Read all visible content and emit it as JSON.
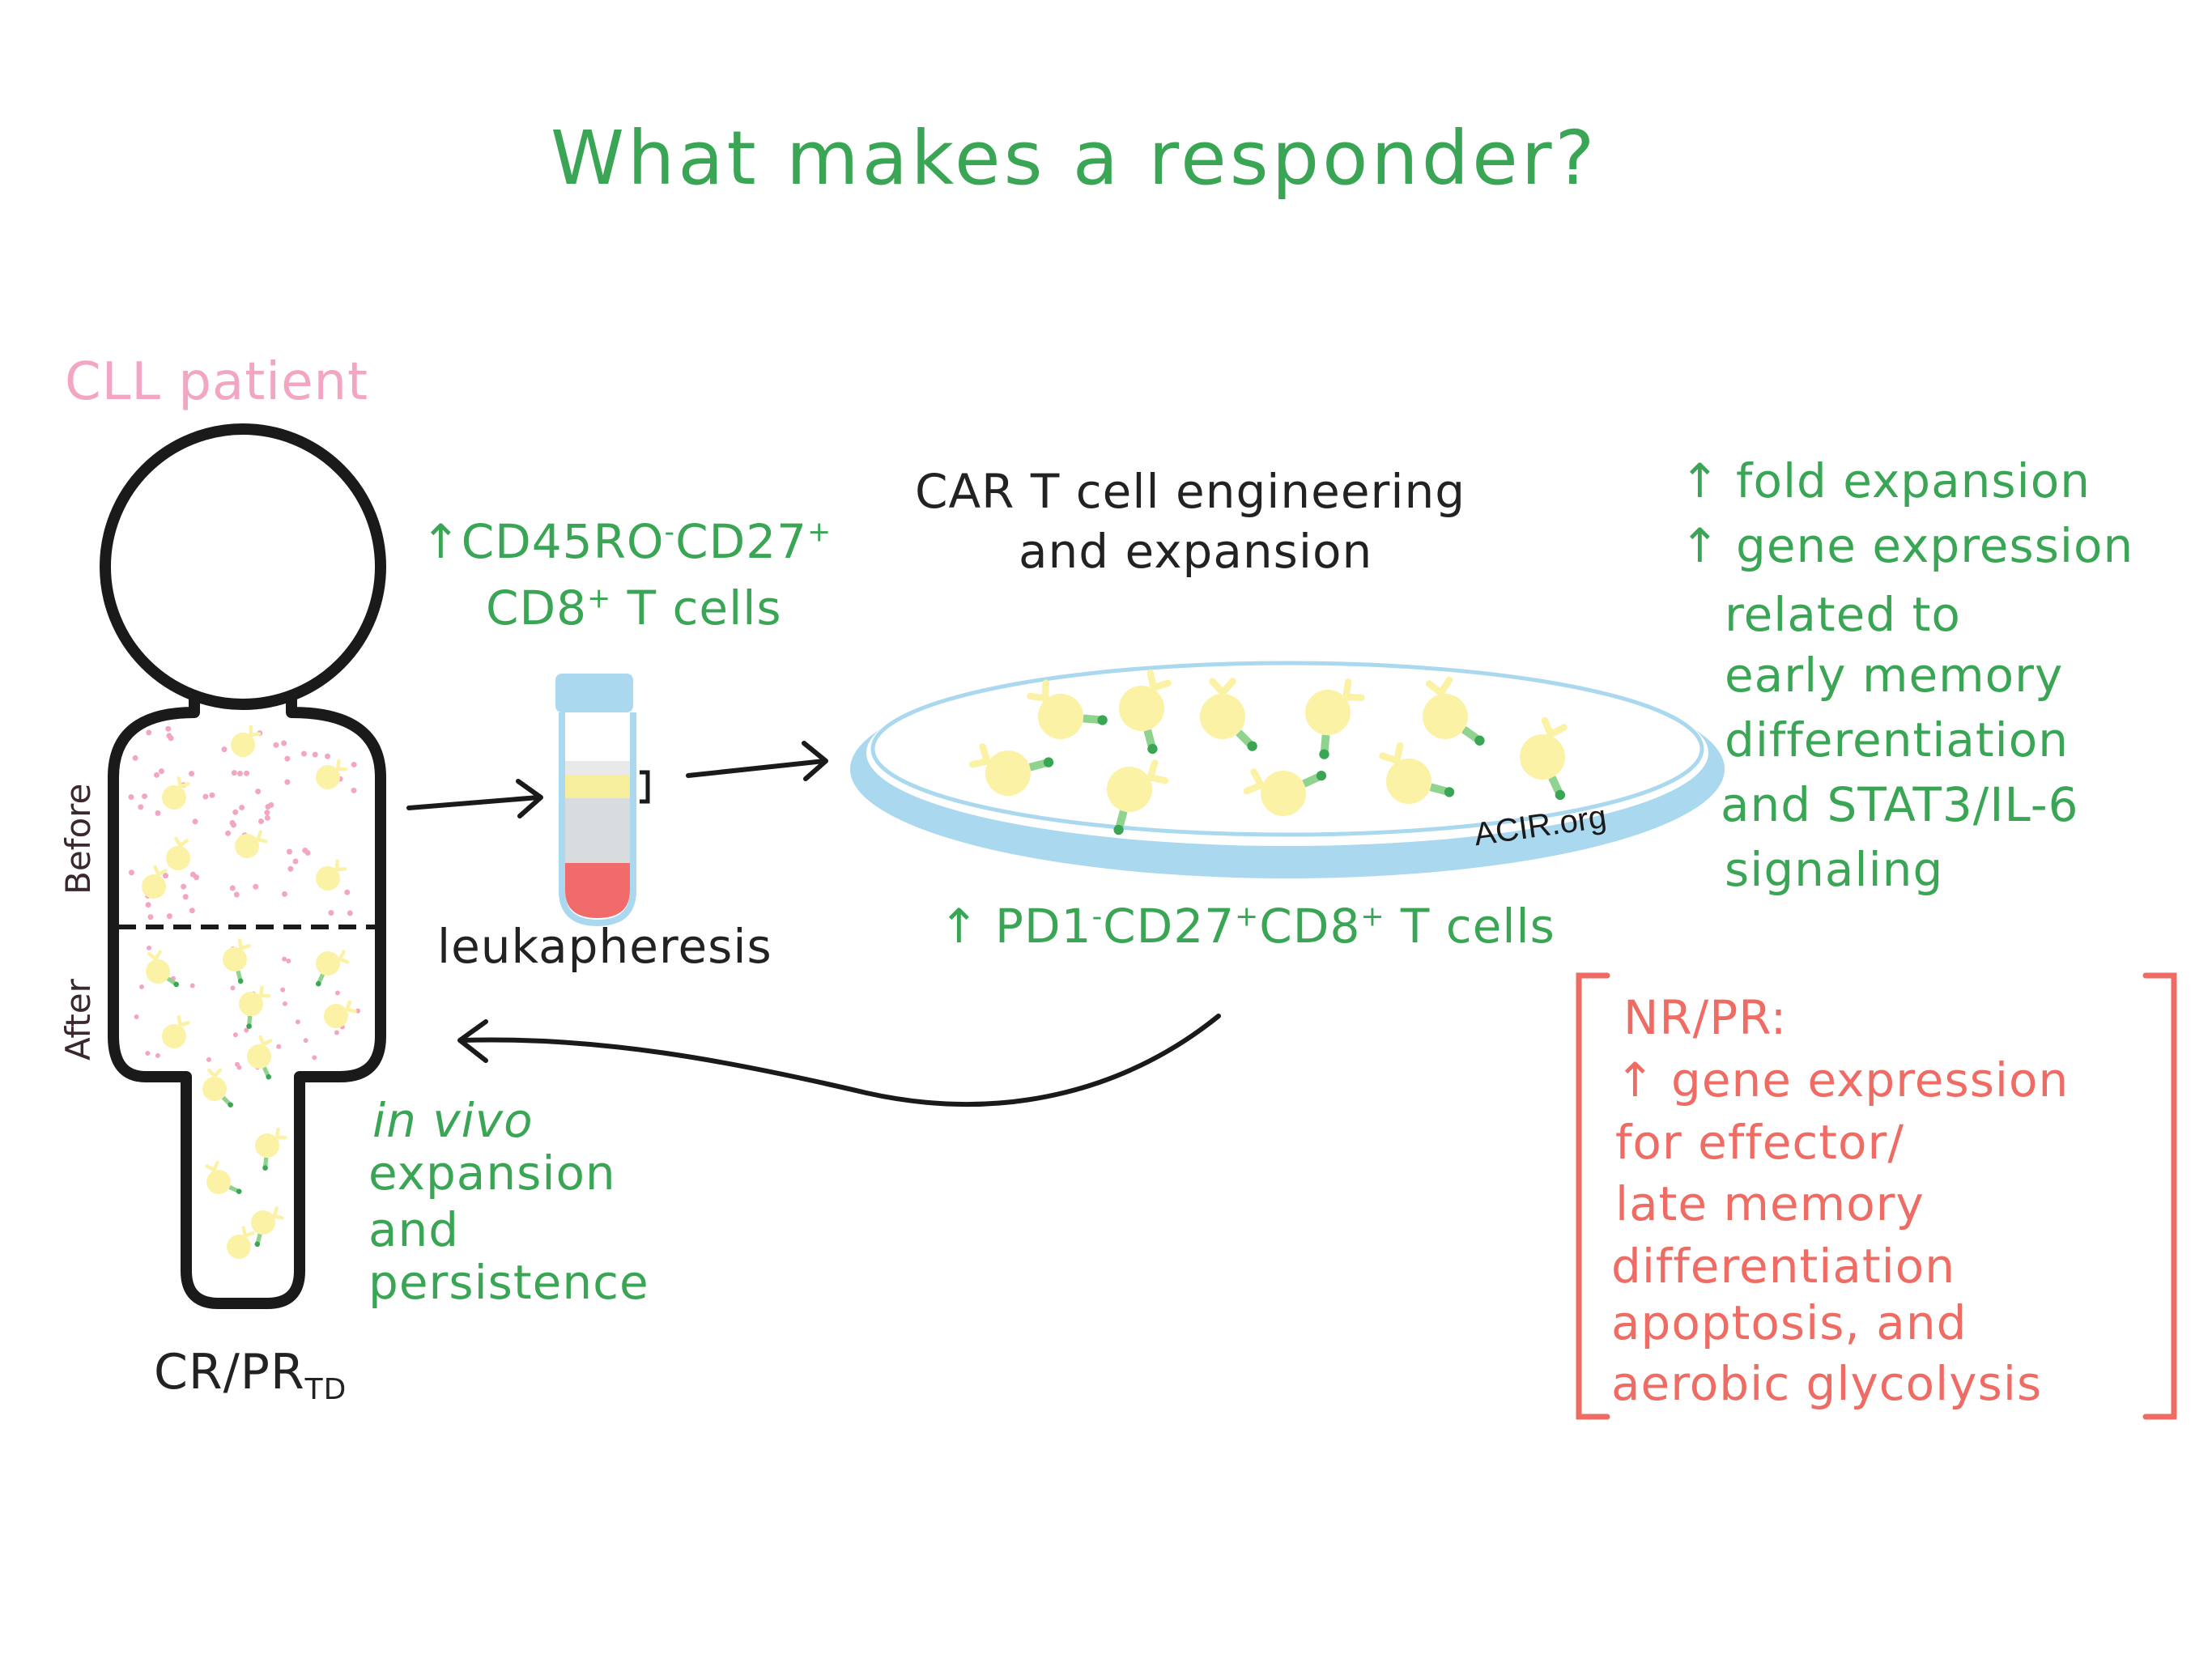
{
  "title": "What makes a responder?",
  "patient_label": "CLL patient",
  "before_label": "Before",
  "after_label": "After",
  "pre_marker": {
    "arrow": "↑",
    "name": "CD45RO",
    "sup1": "-",
    "mid": "CD27",
    "sup2": "+",
    "line2_a": "CD8",
    "sup3": "+",
    "line2_b": " T cells"
  },
  "leukapheresis_label": "leukapheresis",
  "engineering_label": {
    "line1": "CAR T cell engineering",
    "line2": "and expansion"
  },
  "dish_watermark": "ACIR.org",
  "product_marker": {
    "arrow": "↑",
    "a": "PD1",
    "sup1": "-",
    "b": "CD27",
    "sup2": "+",
    "c": "CD8",
    "sup3": "+",
    "d": " T cells"
  },
  "responder_notes": [
    "↑ fold expansion",
    "↑ gene expression",
    "related to",
    "early memory",
    "differentiation",
    "and STAT3/IL-6",
    "signaling"
  ],
  "invivo_label": [
    "in vivo",
    "expansion",
    "and",
    "persistence"
  ],
  "response_label": {
    "main": "CR/PR",
    "sub": "TD"
  },
  "nonresponder_notes": [
    "NR/PR:",
    "↑ gene expression",
    "for effector/",
    "late memory",
    "differentiation",
    "apoptosis, and",
    "aerobic glycolysis"
  ],
  "colors": {
    "green": "#3aa655",
    "pink": "#f2a6c4",
    "red": "#ee6c64",
    "dish_blue": "#a9d8ef",
    "cell_yellow": "#fbf2a6",
    "tube_red": "#f26b6b",
    "tube_gray": "#d9dcdf",
    "tube_yellow": "#f7ee9c"
  }
}
